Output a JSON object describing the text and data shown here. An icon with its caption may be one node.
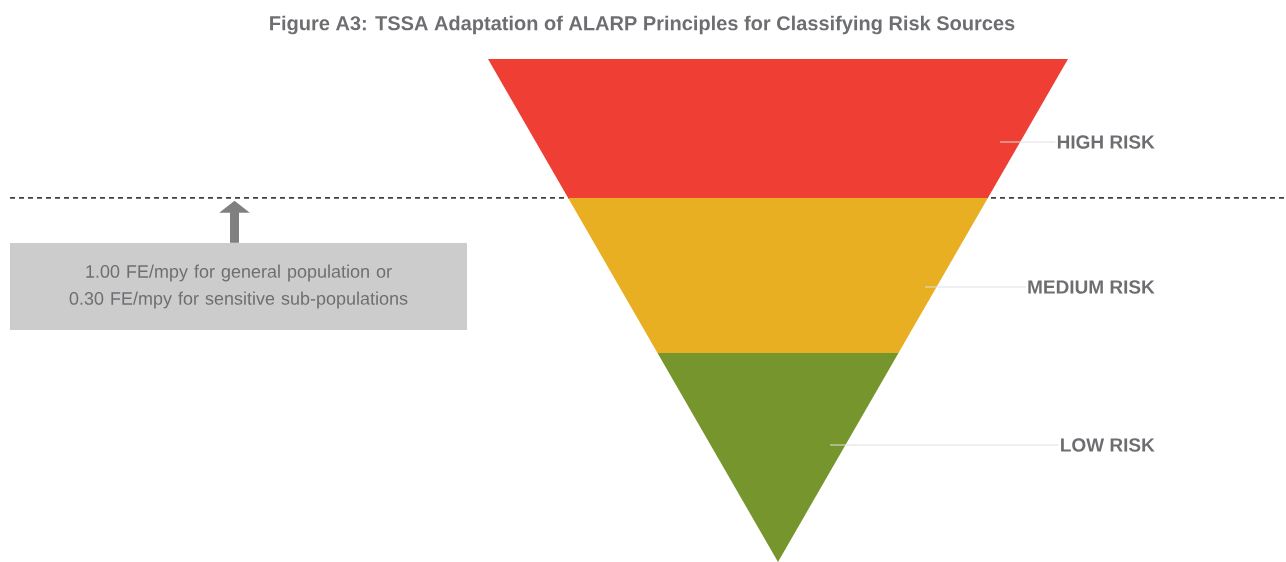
{
  "diagram": {
    "title": "Figure A3: TSSA Adaptation of ALARP Principles for Classifying Risk Sources",
    "nodes": [
      {
        "text": [],
        "shape": "trapezoid"
      },
      {
        "text": [],
        "shape": "trapezoid"
      },
      {
        "text": [],
        "shape": "triangle"
      },
      {
        "text": [
          "HIGH RISK"
        ]
      },
      {
        "text": [
          "MEDIUM RISK"
        ]
      },
      {
        "text": [
          "LOW RISK"
        ]
      },
      {
        "text": [
          "1.00 FE/mpy for general population or 0.30 FE/mpy for sensitive sub-populations"
        ]
      }
    ],
    "edges": [
      {
        "from": 3,
        "to": 0,
        "arrow": "none"
      },
      {
        "from": 4,
        "to": 1,
        "arrow": "none"
      },
      {
        "from": 5,
        "to": 2,
        "arrow": "none"
      },
      {
        "from": 6,
        "to": null,
        "arrow": "to",
        "style": "thick",
        "color": "#808080"
      }
    ]
  }
}
